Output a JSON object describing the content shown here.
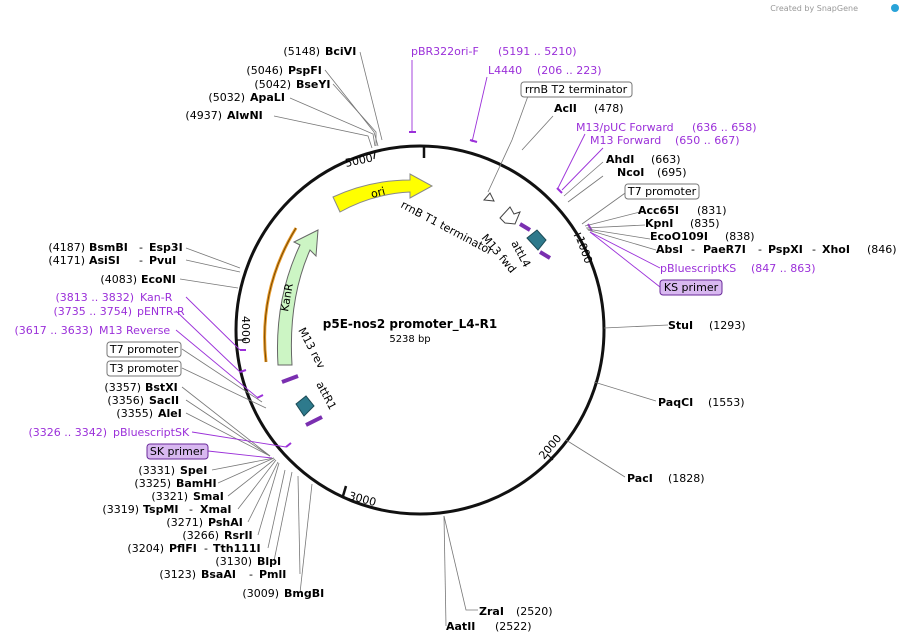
{
  "watermark": "Created by SnapGene",
  "plasmid": {
    "name": "p5E-nos2 promoter_L4-R1",
    "size": "5238 bp"
  },
  "ring_ticks": [
    "1000",
    "2000",
    "3000",
    "4000",
    "5000"
  ],
  "features": [
    {
      "id": "ori",
      "label": "ori",
      "color": "#ffff00"
    },
    {
      "id": "kanr",
      "label": "KanR",
      "color": "#ccf5c4"
    },
    {
      "id": "rrnbt1",
      "label": "rrnB T1 terminator",
      "color": "#ffffff"
    },
    {
      "id": "m13fwd",
      "label": "M13 fwd",
      "color": "#7a2fb0"
    },
    {
      "id": "attl4",
      "label": "attL4",
      "color": "#2e7a8c"
    },
    {
      "id": "m13rev",
      "label": "M13 rev",
      "color": "#7a2fb0"
    },
    {
      "id": "attr1",
      "label": "attR1",
      "color": "#2e7a8c"
    }
  ],
  "sites": {
    "bcivi": {
      "pos": "(5148)",
      "name": "BciVI"
    },
    "pspfi": {
      "pos": "(5046)",
      "name": "PspFI"
    },
    "bseyi": {
      "pos": "(5042)",
      "name": "BseYI"
    },
    "apali": {
      "pos": "(5032)",
      "name": "ApaLI"
    },
    "alwni": {
      "pos": "(4937)",
      "name": "AlwNI"
    },
    "pbr322ori": {
      "name": "pBR322ori-F",
      "pos": "(5191 .. 5210)"
    },
    "l4440": {
      "name": "L4440",
      "pos": "(206 .. 223)"
    },
    "rrnbt2": {
      "name": "rrnB T2 terminator"
    },
    "acli": {
      "name": "AclI",
      "pos": "(478)"
    },
    "m13puc": {
      "name": "M13/pUC Forward",
      "pos": "(636 .. 658)"
    },
    "m13forward": {
      "name": "M13 Forward",
      "pos": "(650 .. 667)"
    },
    "ahdi": {
      "name": "AhdI",
      "pos": "(663)"
    },
    "ncoi": {
      "name": "NcoI",
      "pos": "(695)"
    },
    "t7right": {
      "name": "T7 promoter"
    },
    "acc65i": {
      "name": "Acc65I",
      "pos": "(831)"
    },
    "kpni": {
      "name": "KpnI",
      "pos": "(835)"
    },
    "eco0109i": {
      "name": "EcoO109I",
      "pos": "(838)"
    },
    "ahdi2": {
      "a": "AbsI",
      "b": "PaeR7I",
      "c": "PspXI",
      "d": "XhoI",
      "pos": "(846)"
    },
    "pbskKS": {
      "name": "pBluescriptKS",
      "pos": "(847 .. 863)"
    },
    "ksprimer": {
      "name": "KS primer"
    },
    "stui": {
      "name": "StuI",
      "pos": "(1293)"
    },
    "paqci": {
      "name": "PaqCI",
      "pos": "(1553)"
    },
    "paci": {
      "name": "PacI",
      "pos": "(1828)"
    },
    "zrai": {
      "name": "ZraI",
      "pos": "(2520)"
    },
    "aatii": {
      "name": "AatII",
      "pos": "(2522)"
    },
    "bsmbi": {
      "pos": "(4187)",
      "a": "BsmBI",
      "b": "Esp3I"
    },
    "asisi": {
      "pos": "(4171)",
      "a": "AsiSI",
      "b": "PvuI"
    },
    "econi": {
      "pos": "(4083)",
      "name": "EcoNI"
    },
    "kanrprimer": {
      "pos": "(3813 .. 3832)",
      "name": "Kan-R"
    },
    "pentr": {
      "pos": "(3735 .. 3754)",
      "name": "pENTR-R"
    },
    "m13reverse": {
      "pos": "(3617 .. 3633)",
      "name": "M13 Reverse"
    },
    "t7left": {
      "name": "T7 promoter"
    },
    "t3left": {
      "name": "T3 promoter"
    },
    "bstxi": {
      "pos": "(3357)",
      "name": "BstXI"
    },
    "sacii": {
      "pos": "(3356)",
      "name": "SacII"
    },
    "alei": {
      "pos": "(3355)",
      "name": "AleI"
    },
    "pbsksk": {
      "pos": "(3326 .. 3342)",
      "name": "pBluescriptSK"
    },
    "skprimer": {
      "name": "SK primer"
    },
    "spei": {
      "pos": "(3331)",
      "name": "SpeI"
    },
    "bamhi": {
      "pos": "(3325)",
      "name": "BamHI"
    },
    "smai": {
      "pos": "(3321)",
      "name": "SmaI"
    },
    "tspmi": {
      "pos": "(3319)",
      "a": "TspMI",
      "b": "XmaI"
    },
    "pshai": {
      "pos": "(3271)",
      "name": "PshAI"
    },
    "rsrii": {
      "pos": "(3266)",
      "name": "RsrII"
    },
    "pflfi": {
      "pos": "(3204)",
      "a": "PflFI",
      "b": "Tth111I"
    },
    "blpi": {
      "pos": "(3130)",
      "name": "BlpI"
    },
    "bsaai": {
      "pos": "(3123)",
      "a": "BsaAI",
      "b": "PmlI"
    },
    "bmgbi": {
      "pos": "(3009)",
      "name": "BmgBI"
    }
  }
}
